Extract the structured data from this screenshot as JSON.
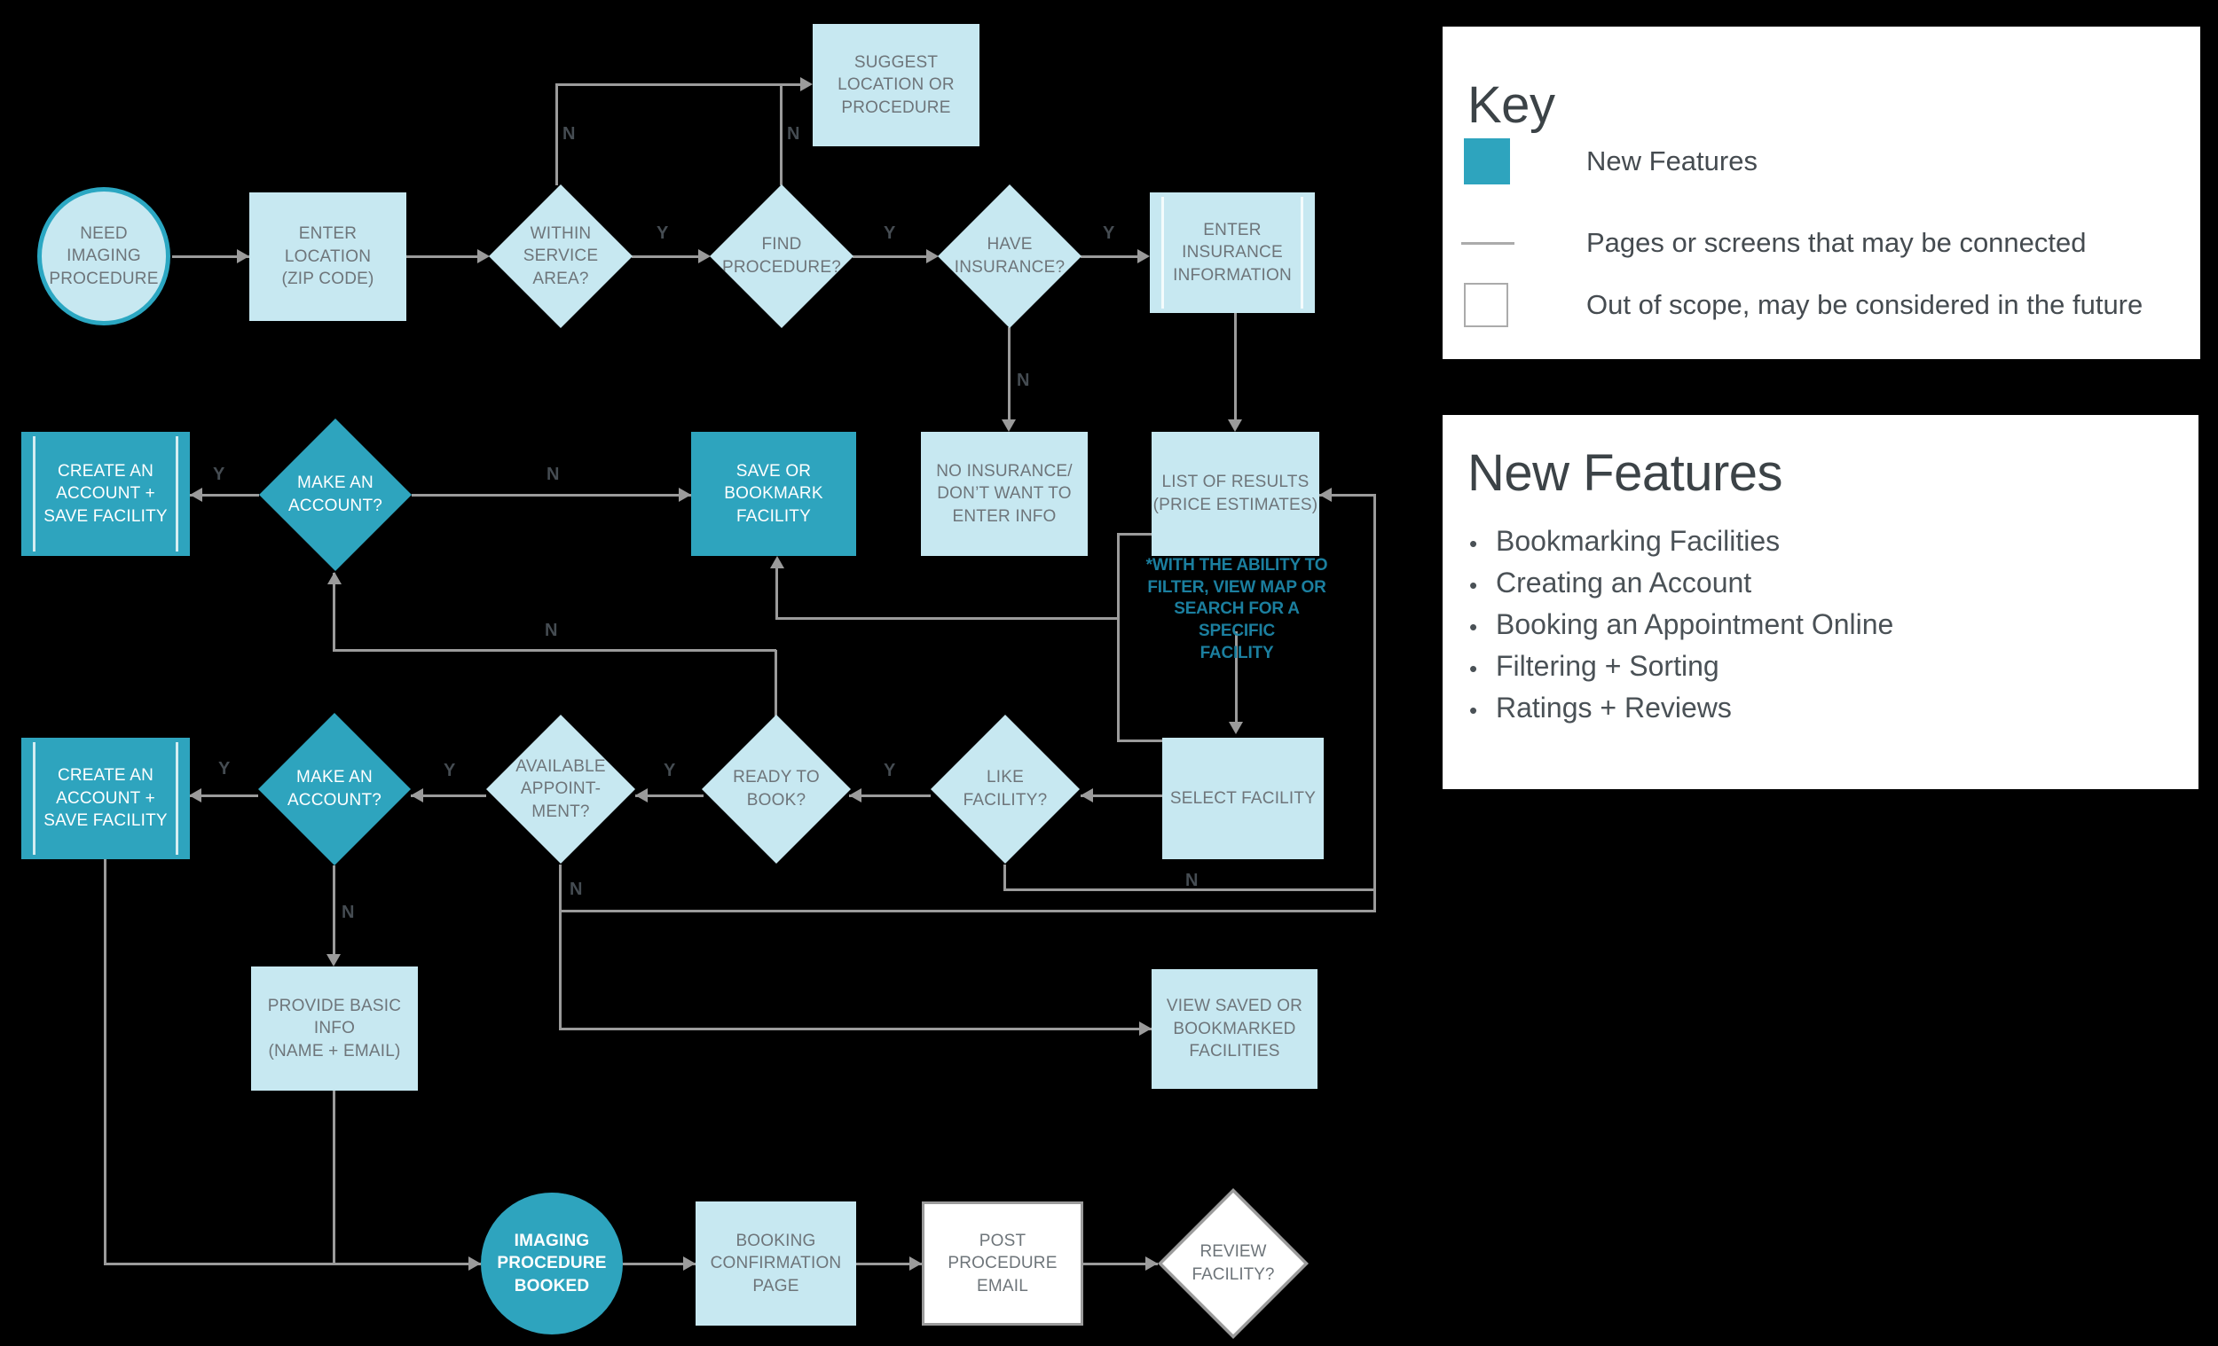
{
  "flow": {
    "nodes": {
      "need_imaging": "NEED IMAGING\nPROCEDURE",
      "enter_location": "ENTER\nLOCATION\n(ZIP CODE)",
      "within_service_area": "WITHIN\nSERVICE\nAREA?",
      "suggest_location": "SUGGEST\nLOCATION OR\nPROCEDURE",
      "find_procedure": "FIND\nPROCEDURE?",
      "have_insurance": "HAVE\nINSURANCE?",
      "enter_insurance": "ENTER\nINSURANCE\nINFORMATION",
      "create_account_save_1": "CREATE AN\nACCOUNT +\nSAVE FACILITY",
      "make_account_1": "MAKE AN\nACCOUNT?",
      "save_bookmark": "SAVE OR\nBOOKMARK\nFACILITY",
      "no_insurance": "NO INSURANCE/\nDON’T WANT TO\nENTER INFO",
      "list_results": "LIST OF RESULTS\n(PRICE ESTIMATES)",
      "create_account_save_2": "CREATE AN\nACCOUNT +\nSAVE FACILITY",
      "make_account_2": "MAKE AN\nACCOUNT?",
      "available_appointment": "AVAILABLE\nAPPOINT-\nMENT?",
      "ready_to_book": "READY TO\nBOOK?",
      "like_facility": "LIKE\nFACILITY?",
      "select_facility": "SELECT FACILITY",
      "provide_basic_info": "PROVIDE BASIC\nINFO\n(NAME + EMAIL)",
      "view_saved": "VIEW SAVED OR\nBOOKMARKED\nFACILITIES",
      "imaging_booked": "IMAGING\nPROCEDURE\nBOOKED",
      "booking_confirmation": "BOOKING\nCONFIRMATION\nPAGE",
      "post_procedure_email": "POST\nPROCEDURE\nEMAIL",
      "review_facility": "REVIEW\nFACILITY?"
    },
    "annotation": "*WITH THE ABILITY TO\nFILTER, VIEW MAP OR\nSEARCH FOR A SPECIFIC\nFACILITY",
    "edge_labels": {
      "y1": "Y",
      "y2": "Y",
      "y3": "Y",
      "y4": "Y",
      "y5": "Y",
      "y6": "Y",
      "y7": "Y",
      "y8": "Y",
      "n1": "N",
      "n2": "N",
      "n3": "N",
      "n4": "N",
      "n5": "N",
      "n6": "N",
      "n7": "N",
      "n8": "N"
    }
  },
  "key_panel": {
    "title": "Key",
    "items": [
      {
        "swatch": "teal-square",
        "label": "New Features"
      },
      {
        "swatch": "gray-line",
        "label": "Pages or screens that may be connected"
      },
      {
        "swatch": "white-square",
        "label": "Out of scope, may be considered in the future"
      }
    ]
  },
  "features_panel": {
    "title": "New Features",
    "items": [
      "Bookmarking Facilities",
      "Creating an Account",
      "Booking an Appointment Online",
      "Filtering + Sorting",
      "Ratings + Reviews"
    ]
  },
  "colors": {
    "teal": "#2EA4BE",
    "light_blue": "#C7E8F1",
    "annotation_teal": "#1B7F9F",
    "connector_gray": "#9B9B9B",
    "background": "#000000"
  }
}
